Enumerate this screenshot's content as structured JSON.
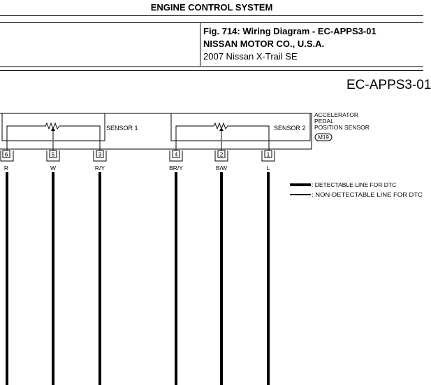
{
  "header": {
    "title": "ENGINE CONTROL SYSTEM"
  },
  "figure": {
    "title": "Fig. 714: Wiring Diagram - EC-APPS3-01",
    "maker": "NISSAN MOTOR CO., U.S.A.",
    "vehicle": "2007 Nissan X-Trail SE"
  },
  "diagram": {
    "code": "EC-APPS3-01",
    "component": {
      "name_lines": [
        "ACCELERATOR",
        "PEDAL",
        "POSITION SENSOR"
      ],
      "connector": "M19",
      "sensors": [
        "SENSOR 1",
        "SENSOR 2"
      ]
    },
    "terminals": [
      {
        "pin": "6",
        "color": "R"
      },
      {
        "pin": "5",
        "color": "W"
      },
      {
        "pin": "3",
        "color": "R/Y"
      },
      {
        "pin": "4",
        "color": "BR/Y"
      },
      {
        "pin": "2",
        "color": "B/W"
      },
      {
        "pin": "1",
        "color": "L"
      }
    ],
    "legend": [
      {
        "style": "thick",
        "label": ": DETECTABLE LINE FOR DTC"
      },
      {
        "style": "thin",
        "label": ": NON-DETECTABLE LINE FOR DTC"
      }
    ]
  }
}
